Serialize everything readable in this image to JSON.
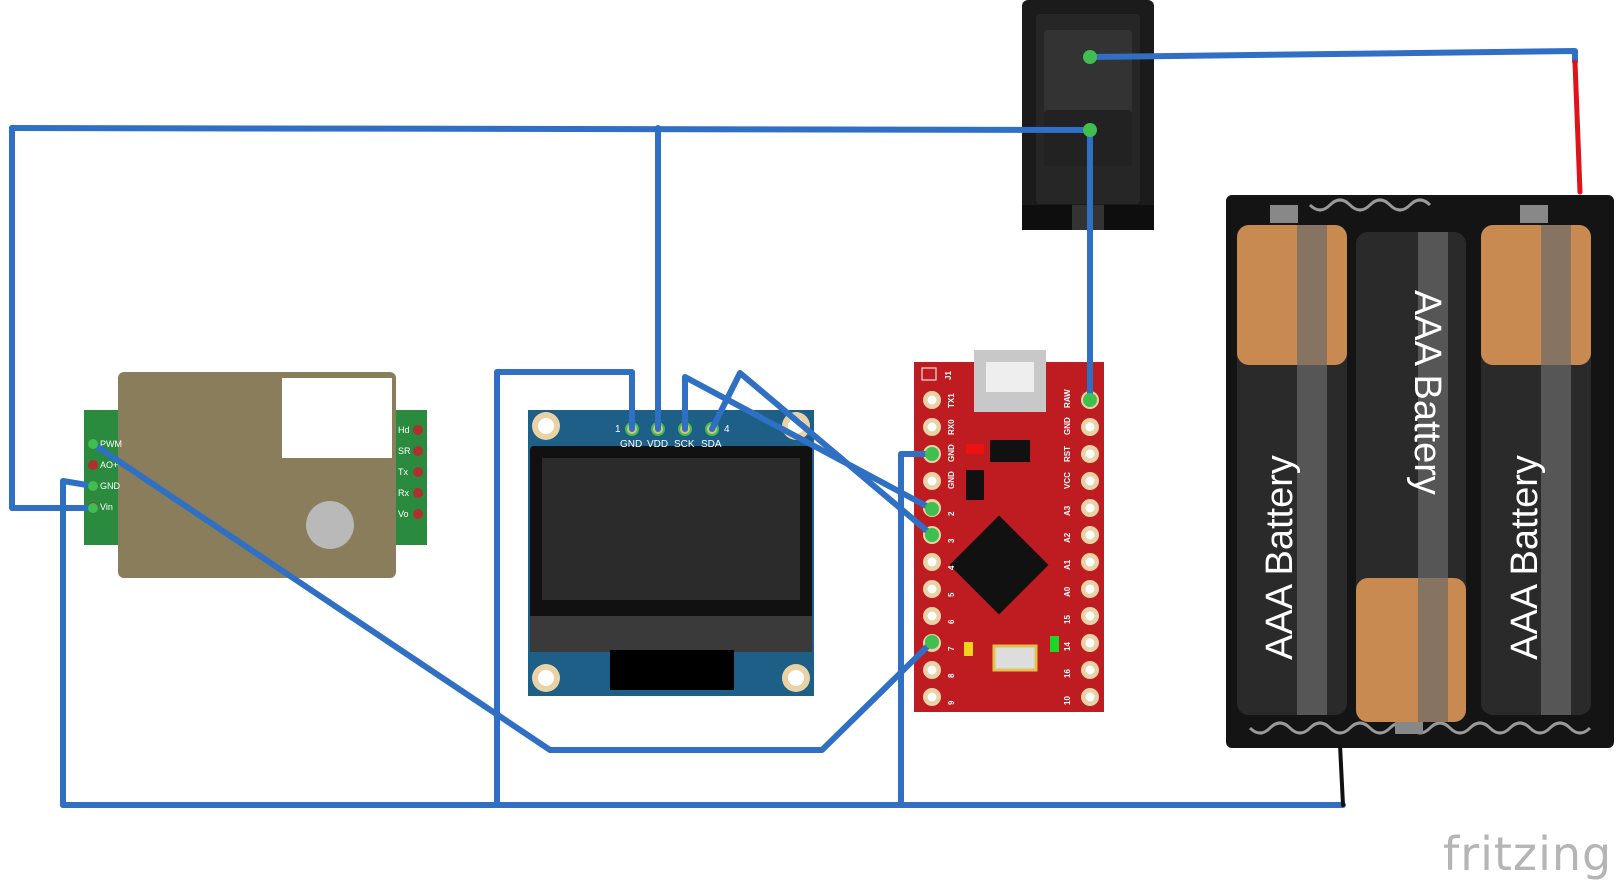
{
  "co2_sensor": {
    "left_pins": [
      "PWM",
      "AO+",
      "GND",
      "Vin"
    ],
    "right_pins": [
      "Hd",
      "SR",
      "Tx",
      "Rx",
      "Vo"
    ]
  },
  "oled": {
    "pin_numbers": [
      "1",
      "4"
    ],
    "pins": [
      "GND",
      "VDD",
      "SCK",
      "SDA"
    ]
  },
  "promini": {
    "header_label": "J1",
    "left_pins": [
      "TX1",
      "RX0",
      "GND",
      "GND",
      "2",
      "3",
      "4",
      "5",
      "6",
      "7",
      "8",
      "9"
    ],
    "right_pins": [
      "RAW",
      "GND",
      "RST",
      "VCC",
      "A3",
      "A2",
      "A1",
      "A0",
      "15",
      "14",
      "16",
      "10"
    ]
  },
  "battery_pack": {
    "cells": [
      "AAA Battery",
      "AAA Battery",
      "AAA Battery"
    ]
  },
  "brand": "fritzing",
  "colors": {
    "wire": "#2f6fc4",
    "wire_red": "#e0121b",
    "promini_board": "#bf1c22",
    "co2_body": "#8a7d5c",
    "oled_pcb": "#1d5f86"
  }
}
